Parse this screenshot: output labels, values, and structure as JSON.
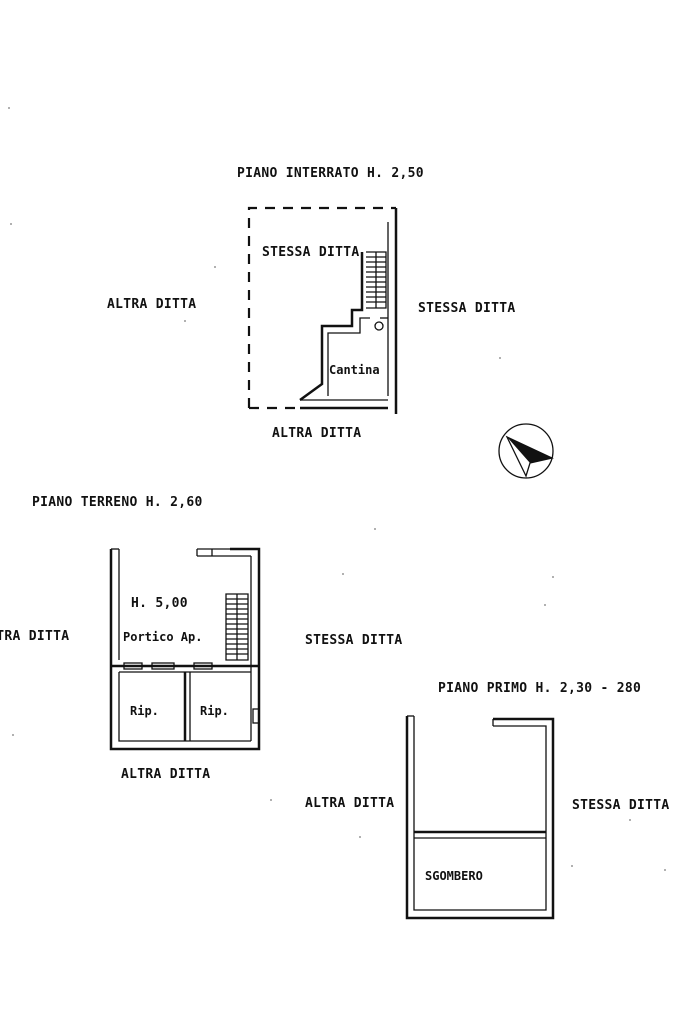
{
  "basement": {
    "title": "PIANO INTERRATO H. 2,50",
    "label_inside": "STESSA DITTA",
    "left": "ALTRA DITTA",
    "right": "STESSA DITTA",
    "bottom": "ALTRA DITTA",
    "room": "Cantina"
  },
  "ground": {
    "title": "PIANO TERRENO  H. 2,60",
    "left": "ALTRA DITTA",
    "right": "STESSA DITTA",
    "bottom": "ALTRA DITTA",
    "height_label": "H. 5,00",
    "room_main": "Portico Ap.",
    "room_a": "Rip.",
    "room_b": "Rip."
  },
  "first": {
    "title": "PIANO PRIMO H. 2,30 - 280",
    "left": "ALTRA DITTA",
    "right": "STESSA DITTA",
    "room": "SGOMBERO"
  },
  "north_arrow": {
    "icon": "north-arrow-icon"
  }
}
